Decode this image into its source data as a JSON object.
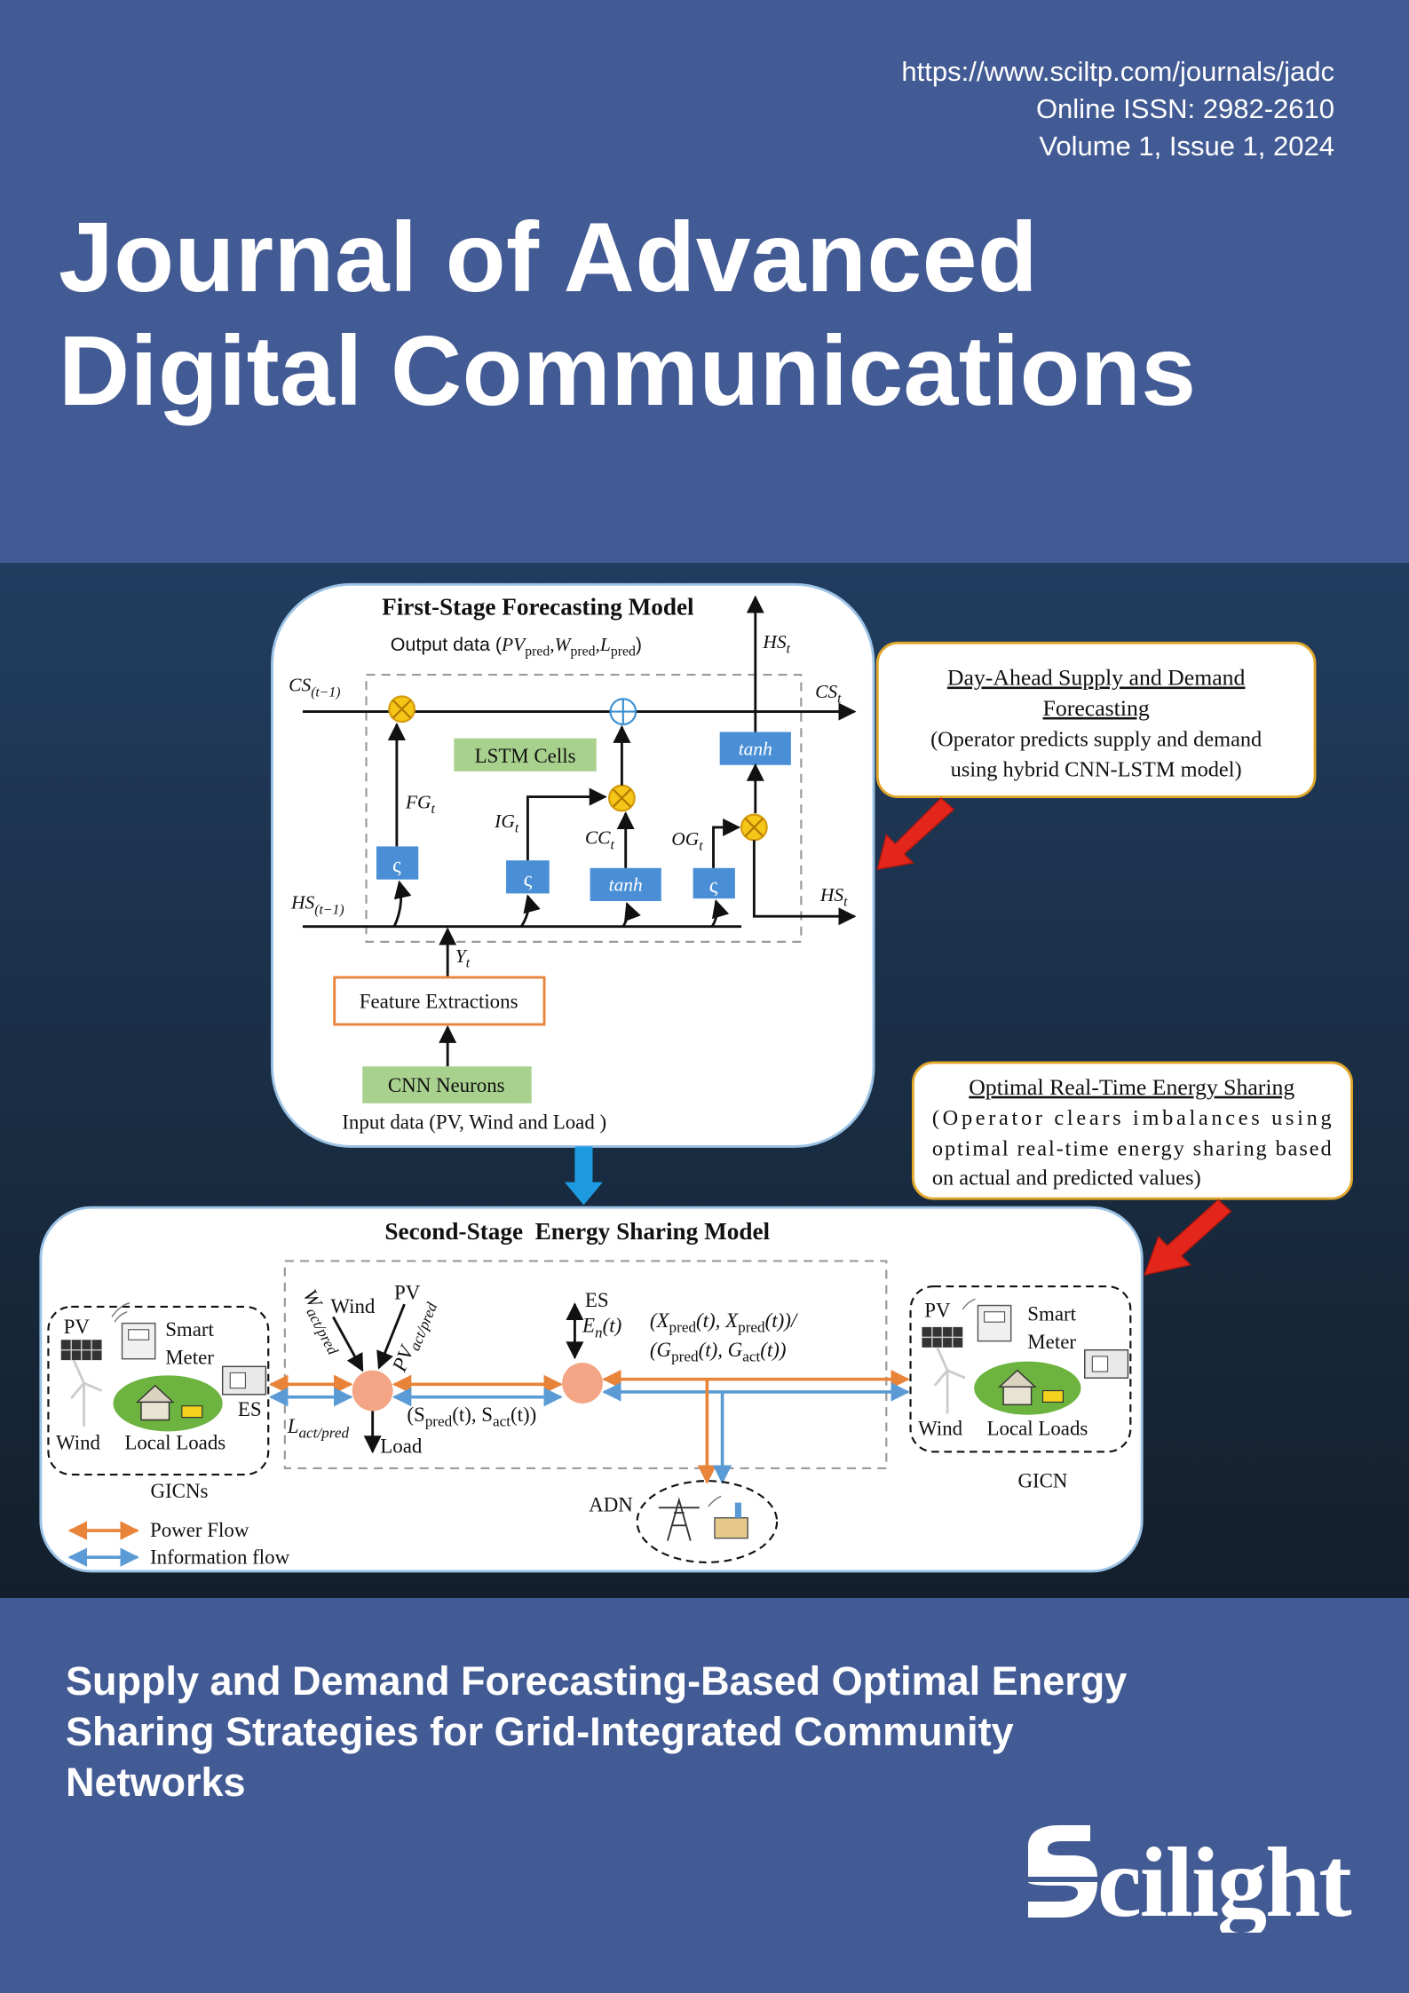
{
  "header": {
    "url": "https://www.sciltp.com/journals/jadc",
    "issn": "Online ISSN: 2982-2610",
    "volume": "Volume 1, Issue 1, 2024",
    "journal_title_line1": "Journal of Advanced",
    "journal_title_line2": "Digital Communications"
  },
  "figure": {
    "stage1": {
      "title": "First-Stage Forecasting Model",
      "output_prefix": "Output data (",
      "output_pv": "PV",
      "output_pv_sub": "pred",
      "output_w": "W",
      "output_w_sub": "pred",
      "output_l": "L",
      "output_l_sub": "pred",
      "output_sep": ",",
      "output_suffix": ")",
      "cs_prev": "CS",
      "cs_prev_sub": "(t−1)",
      "cs_t": "CS",
      "cs_t_sub": "t",
      "hs_top": "HS",
      "hs_top_sub": "t",
      "hs_prev": "HS",
      "hs_prev_sub": "(t−1)",
      "hs_t": "HS",
      "hs_t_sub": "t",
      "lstm_cells": "LSTM Cells",
      "tanh_top": "tanh",
      "tanh_bottom": "tanh",
      "sigma": "ς",
      "fg": "FG",
      "fg_sub": "t",
      "ig": "IG",
      "ig_sub": "t",
      "cc": "CC",
      "cc_sub": "t",
      "og": "OG",
      "og_sub": "t",
      "y": "Y",
      "y_sub": "t",
      "feature_extractions": "Feature Extractions",
      "cnn_neurons": "CNN Neurons",
      "input_data": "Input data (PV, Wind and Load )"
    },
    "callout1": {
      "title_line1": "Day-Ahead Supply and Demand",
      "title_line2": "Forecasting",
      "body_line1": "(Operator predicts supply and demand",
      "body_line2": "using hybrid CNN-LSTM model)"
    },
    "callout2": {
      "title": "Optimal Real-Time Energy Sharing",
      "body_line1": "(Operator clears imbalances using",
      "body_line2": "optimal real-time energy sharing based",
      "body_line3": "on actual and predicted values)"
    },
    "stage2": {
      "title": "Second-Stage  Energy Sharing Model",
      "left": {
        "pv": "PV",
        "smart": "Smart",
        "meter": "Meter",
        "wind": "Wind",
        "local_loads": "Local Loads",
        "es": "ES",
        "caption": "GICNs"
      },
      "right": {
        "pv": "PV",
        "smart": "Smart",
        "meter": "Meter",
        "wind": "Wind",
        "local_loads": "Local Loads",
        "caption": "GICN"
      },
      "wind": "Wind",
      "pv": "PV",
      "w_act": "W",
      "w_act_sub": "act/pred",
      "pv_act": "PV",
      "pv_act_sub": "act/pred",
      "l_act": "L",
      "l_act_sub": "act/pred",
      "load": "Load",
      "s_open": "(S",
      "s_pred_sub": "pred",
      "s_mid": "(t), S",
      "s_act_sub": "act",
      "s_close": "(t))",
      "es": "ES",
      "en": "E",
      "en_sub": "n",
      "en_arg": "(t)",
      "x_line_a": "(X",
      "x_pred_sub": "pred",
      "x_line_b": "(t), X",
      "x_pred_sub2": "pred",
      "x_line_c": "(t))/",
      "g_line_a": "(G",
      "g_pred_sub": "pred",
      "g_line_b": "(t), G",
      "g_act_sub": "act",
      "g_line_c": "(t))",
      "adn": "ADN",
      "legend_power": "Power Flow",
      "legend_info": "Information flow"
    },
    "colors": {
      "power_flow": "#e8833a",
      "information_flow": "#5b9bd5",
      "callout_arrow": "#e3261b",
      "stage_arrow": "#1e9be0"
    }
  },
  "article_title": {
    "line1": "Supply and Demand Forecasting-Based Optimal Energy",
    "line2": "Sharing Strategies for Grid-Integrated Community",
    "line3": "Networks"
  },
  "publisher_logo": "Scilight"
}
